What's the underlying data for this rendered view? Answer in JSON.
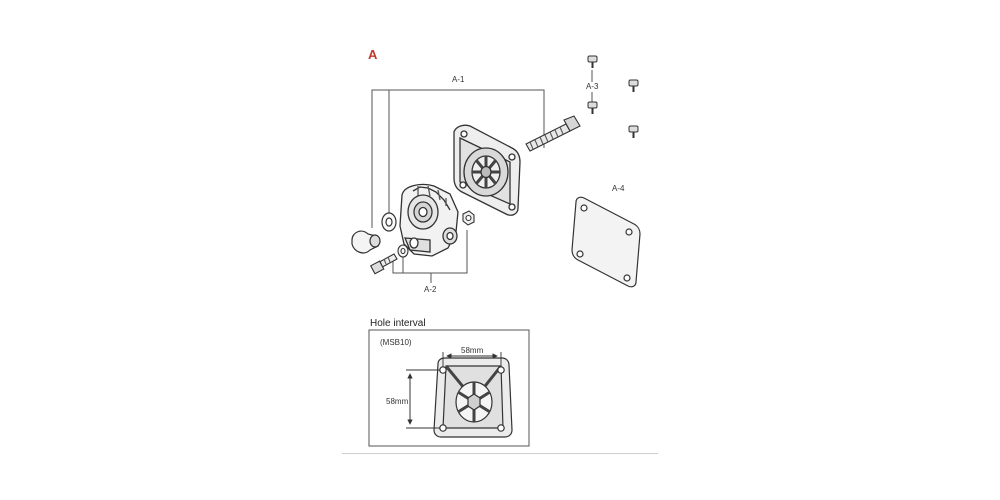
{
  "section_label": "A",
  "colors": {
    "accent": "#c0392b",
    "line": "#333333"
  },
  "callouts": {
    "a1": "A-1",
    "a2": "A-2",
    "a3": "A-3",
    "a4": "A-4"
  },
  "hole_interval": {
    "title": "Hole interval",
    "model": "(MSB10)",
    "horizontal": "58mm",
    "vertical": "58mm"
  }
}
